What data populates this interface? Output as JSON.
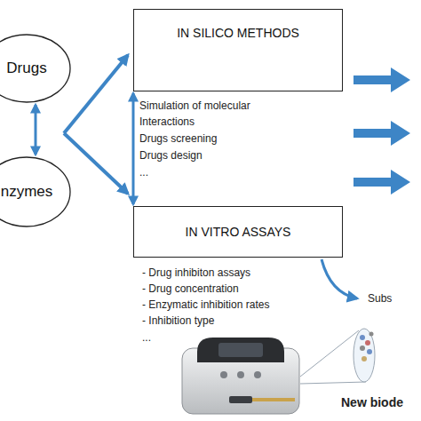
{
  "diagram": {
    "nodes": [
      {
        "text": [
          "Drugs"
        ]
      },
      {
        "text": [
          "nzymes"
        ]
      },
      {
        "text": [
          "IN SILICO METHODS"
        ]
      },
      {
        "text": [
          "IN VITRO ASSAYS"
        ]
      }
    ],
    "edges": [
      {
        "from": 0,
        "to": 1,
        "arrow": "both"
      },
      {
        "from": 2,
        "to": 3,
        "arrow": "both"
      }
    ],
    "labels": [
      "Simulation of molecular Interactions",
      "Drugs screening",
      "Drugs design",
      "...",
      "- Drug inhibiton assays",
      "- Drug concentration",
      "- Enzymatic inhibition rates",
      "- Inhibition type",
      "...",
      "Subs",
      "New biode"
    ]
  }
}
